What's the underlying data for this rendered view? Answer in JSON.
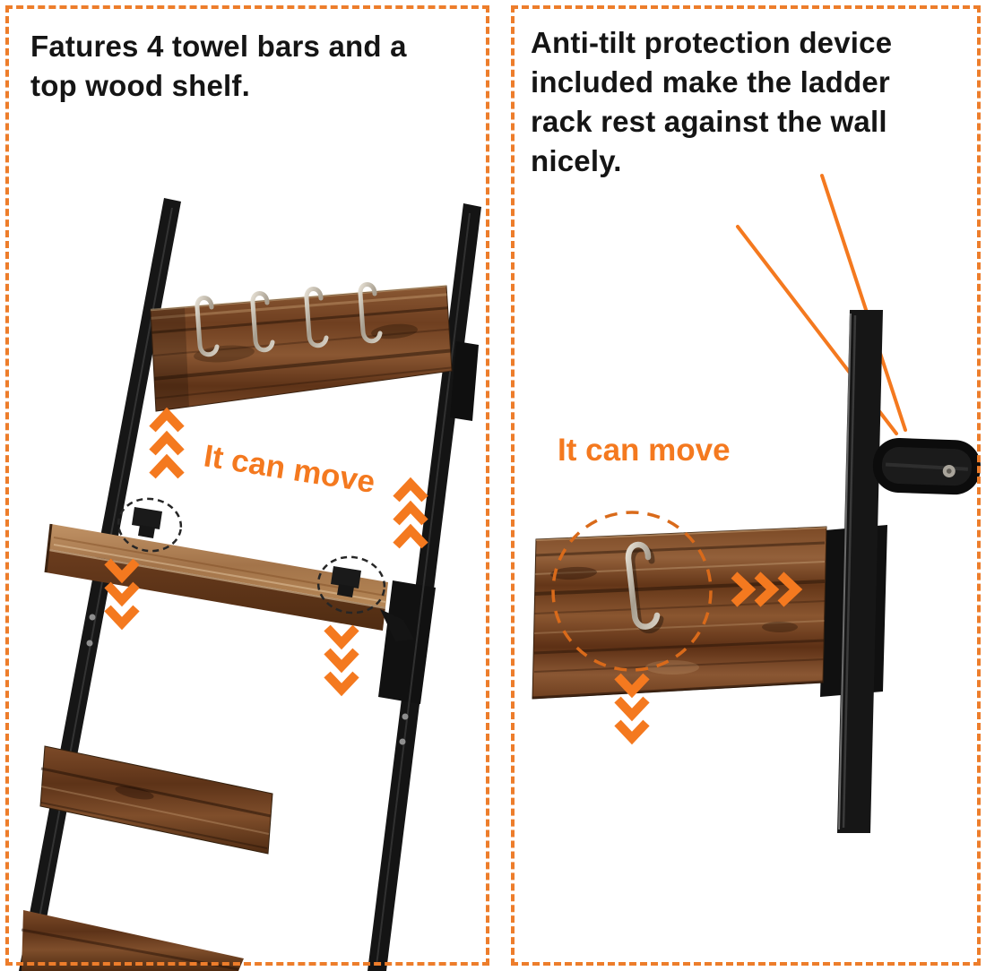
{
  "colors": {
    "accent_orange": "#F4791F",
    "border_orange": "#ED7D2B",
    "circle_orange": "#D96A1A",
    "heading_text": "#151515",
    "wood_brown": "#7C4A28",
    "rail_black": "#161616"
  },
  "icons": {
    "up_arrows": "triple-chevron-up",
    "down_arrows": "triple-chevron-down",
    "right_arrows": "triple-chevron-right",
    "dashed_circle": "dashed-circle-highlight",
    "callout_lines": "pointer-lines-to-strap"
  },
  "panels": {
    "left": {
      "heading_lines": [
        "Fatures 4 towel bars and a",
        "top wood shelf."
      ],
      "move_label": "It can move"
    },
    "right": {
      "heading_lines": [
        "Anti-tilt protection device",
        "included make the ladder",
        "rack rest against the wall",
        "nicely."
      ],
      "move_label": "It can move"
    }
  }
}
